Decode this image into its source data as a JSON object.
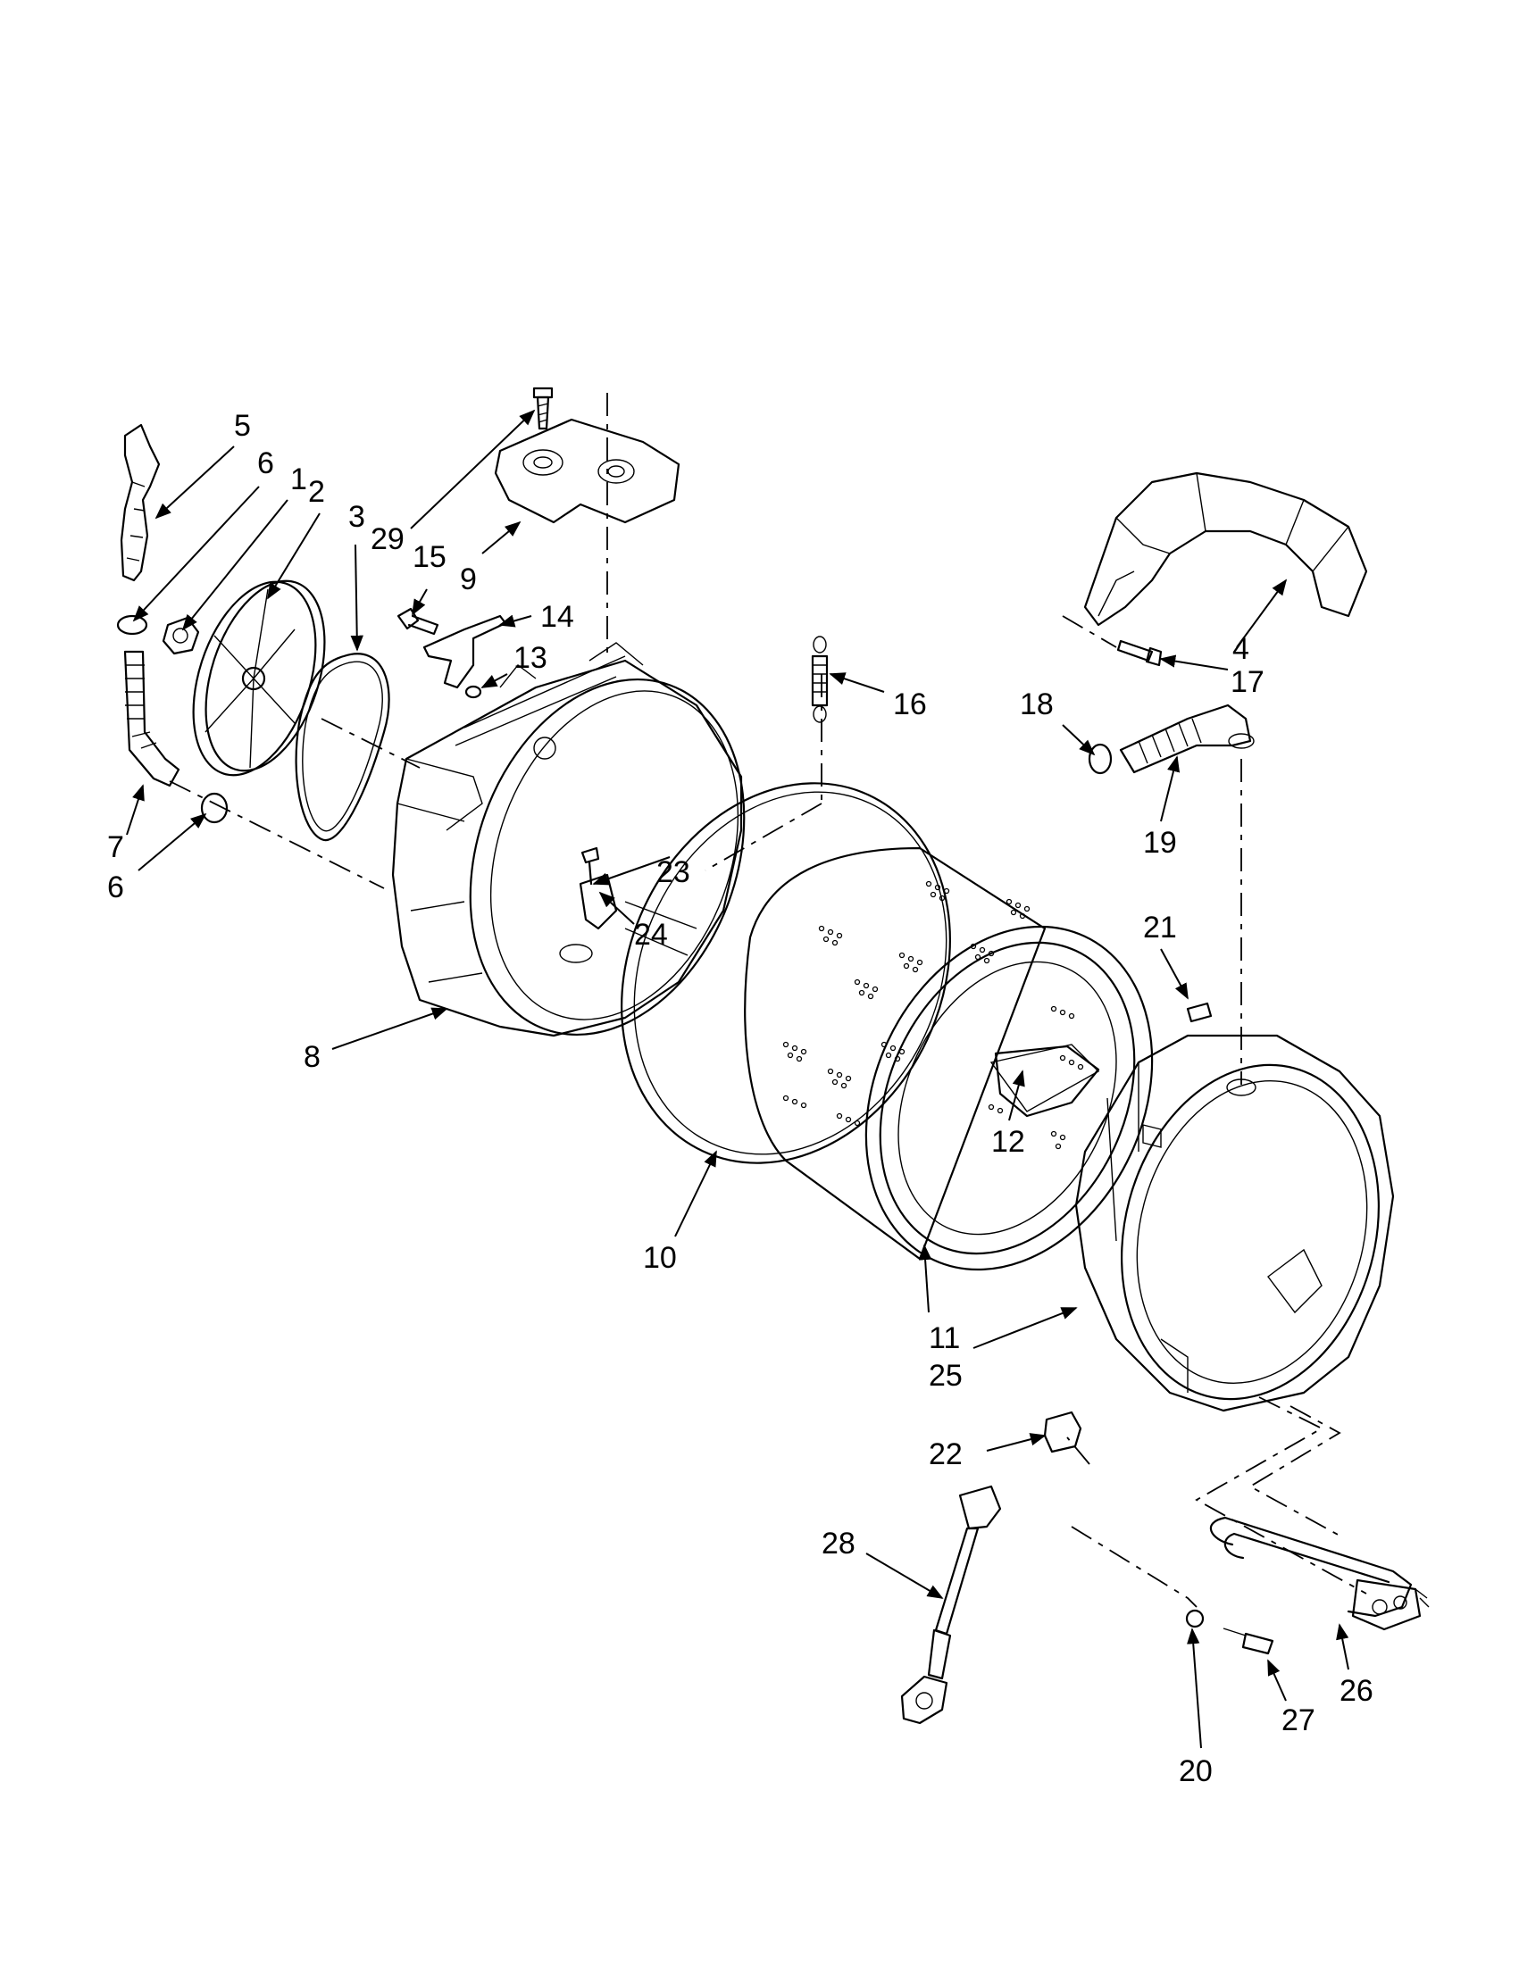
{
  "diagram": {
    "callouts": [
      "5",
      "6",
      "1",
      "2",
      "3",
      "29",
      "15",
      "9",
      "14",
      "13",
      "16",
      "18",
      "4",
      "17",
      "19",
      "7",
      "6",
      "23",
      "24",
      "21",
      "8",
      "12",
      "10",
      "11",
      "25",
      "22",
      "28",
      "26",
      "27",
      "20"
    ]
  }
}
